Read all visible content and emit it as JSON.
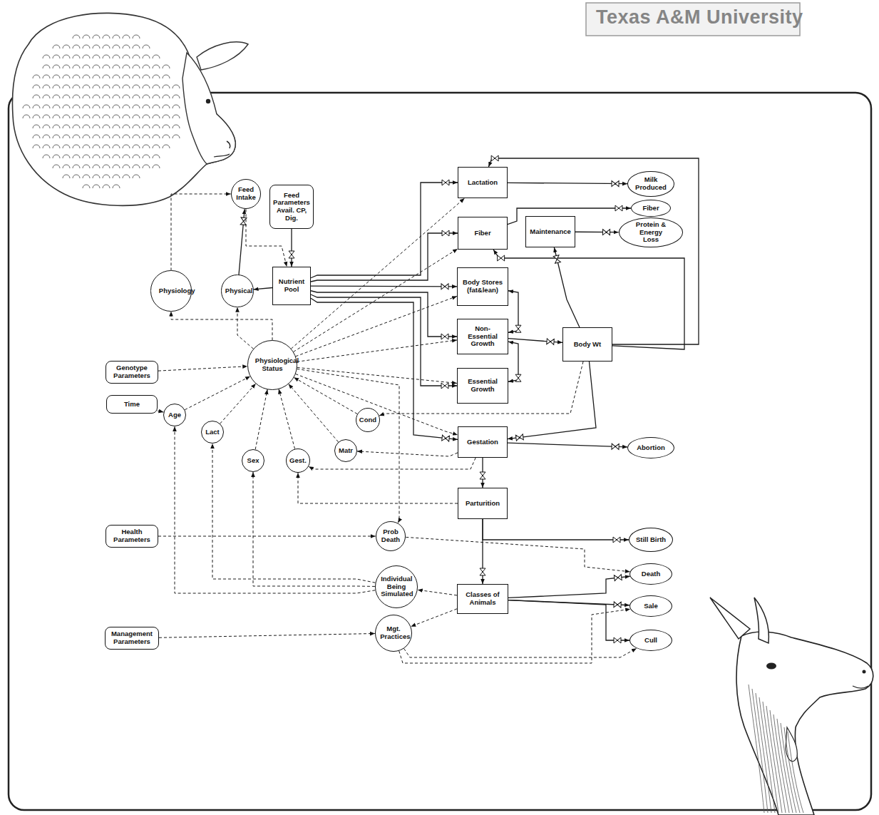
{
  "diagram": {
    "nodes": [
      {
        "text": [
          "Feed Parameters Avail. CP, Dig."
        ]
      },
      {
        "text": [
          "Lactation"
        ]
      },
      {
        "text": [
          "Milk Produced"
        ]
      },
      {
        "text": [
          "Feed Intake"
        ]
      },
      {
        "text": [
          "Fiber"
        ]
      },
      {
        "text": [
          "Fiber"
        ]
      },
      {
        "text": [
          "Maintenance"
        ]
      },
      {
        "text": [
          "Protein & Energy Loss"
        ]
      },
      {
        "text": [
          "Physiology"
        ]
      },
      {
        "text": [
          "Physical"
        ]
      },
      {
        "text": [
          "Nutrient Pool"
        ]
      },
      {
        "text": [
          "Body Stores (fat&lean)"
        ]
      },
      {
        "text": [
          "Non-Essential Growth"
        ]
      },
      {
        "text": [
          "Body Wt"
        ]
      },
      {
        "text": [
          "Genotype Parameters"
        ]
      },
      {
        "text": [
          "Physiological Status"
        ]
      },
      {
        "text": [
          "Essential Growth"
        ]
      },
      {
        "text": [
          "Time"
        ]
      },
      {
        "text": [
          "Age"
        ]
      },
      {
        "text": [
          "Cond"
        ]
      },
      {
        "text": [
          "Lact"
        ]
      },
      {
        "text": [
          "Gestation"
        ]
      },
      {
        "text": [
          "Matr"
        ]
      },
      {
        "text": [
          "Abortion"
        ]
      },
      {
        "text": [
          "Sex"
        ]
      },
      {
        "text": [
          "Gest."
        ]
      },
      {
        "text": [
          "Parturition"
        ]
      },
      {
        "text": [
          "Health Parameters"
        ]
      },
      {
        "text": [
          "Prob Death"
        ]
      },
      {
        "text": [
          "Still Birth"
        ]
      },
      {
        "text": [
          "Individual Being Simulated"
        ]
      },
      {
        "text": [
          "Death"
        ]
      },
      {
        "text": [
          "Classes of Animals"
        ]
      },
      {
        "text": [
          "Sale"
        ]
      },
      {
        "text": [
          "Management Parameters"
        ]
      },
      {
        "text": [
          "Mgt. Practices"
        ]
      },
      {
        "text": [
          "Cull"
        ]
      }
    ],
    "edges": [
      {
        "from": 0,
        "to": 10,
        "arrow": "to"
      },
      {
        "from": 3,
        "to": 10,
        "arrow": "to"
      },
      {
        "from": 8,
        "to": 3,
        "arrow": "to"
      },
      {
        "from": 9,
        "to": 3,
        "arrow": "to"
      },
      {
        "from": 10,
        "to": 9,
        "arrow": "to"
      },
      {
        "from": 15,
        "to": 8,
        "arrow": "to"
      },
      {
        "from": 15,
        "to": 9,
        "arrow": "to"
      },
      {
        "from": 10,
        "to": 1,
        "arrow": "to"
      },
      {
        "from": 10,
        "to": 4,
        "arrow": "to"
      },
      {
        "from": 10,
        "to": 11,
        "arrow": "to"
      },
      {
        "from": 10,
        "to": 12,
        "arrow": "to"
      },
      {
        "from": 10,
        "to": 16,
        "arrow": "to"
      },
      {
        "from": 10,
        "to": 21,
        "arrow": "to"
      },
      {
        "from": 1,
        "to": 2,
        "arrow": "to"
      },
      {
        "from": 4,
        "to": 5,
        "arrow": "to"
      },
      {
        "from": 6,
        "to": 7,
        "arrow": "to"
      },
      {
        "from": 13,
        "to": 6,
        "arrow": "to"
      },
      {
        "from": 12,
        "to": 13,
        "arrow": "to"
      },
      {
        "from": 11,
        "to": 12,
        "arrow": "both"
      },
      {
        "from": 12,
        "to": 16,
        "arrow": "both"
      },
      {
        "from": 13,
        "to": 1,
        "arrow": "to"
      },
      {
        "from": 13,
        "to": 4,
        "arrow": "to"
      },
      {
        "from": 13,
        "to": 21,
        "arrow": "to"
      },
      {
        "from": 13,
        "to": 19,
        "arrow": "to"
      },
      {
        "from": 21,
        "to": 23,
        "arrow": "to"
      },
      {
        "from": 21,
        "to": 26,
        "arrow": "to"
      },
      {
        "from": 26,
        "to": 32,
        "arrow": "to"
      },
      {
        "from": 26,
        "to": 29,
        "arrow": "to"
      },
      {
        "from": 26,
        "to": 25,
        "arrow": "to"
      },
      {
        "from": 21,
        "to": 22,
        "arrow": "to"
      },
      {
        "from": 21,
        "to": 25,
        "arrow": "to"
      },
      {
        "from": 14,
        "to": 15,
        "arrow": "to"
      },
      {
        "from": 17,
        "to": 18,
        "arrow": "to"
      },
      {
        "from": 18,
        "to": 15,
        "arrow": "to"
      },
      {
        "from": 20,
        "to": 15,
        "arrow": "to"
      },
      {
        "from": 24,
        "to": 15,
        "arrow": "to"
      },
      {
        "from": 25,
        "to": 15,
        "arrow": "to"
      },
      {
        "from": 22,
        "to": 15,
        "arrow": "to"
      },
      {
        "from": 19,
        "to": 15,
        "arrow": "to"
      },
      {
        "from": 15,
        "to": 1,
        "arrow": "to"
      },
      {
        "from": 15,
        "to": 4,
        "arrow": "to"
      },
      {
        "from": 15,
        "to": 11,
        "arrow": "to"
      },
      {
        "from": 15,
        "to": 12,
        "arrow": "to"
      },
      {
        "from": 15,
        "to": 16,
        "arrow": "to"
      },
      {
        "from": 15,
        "to": 21,
        "arrow": "to"
      },
      {
        "from": 15,
        "to": 28,
        "arrow": "to"
      },
      {
        "from": 27,
        "to": 28,
        "arrow": "to"
      },
      {
        "from": 28,
        "to": 31,
        "arrow": "to"
      },
      {
        "from": 32,
        "to": 31,
        "arrow": "to"
      },
      {
        "from": 32,
        "to": 33,
        "arrow": "to"
      },
      {
        "from": 32,
        "to": 36,
        "arrow": "to"
      },
      {
        "from": 32,
        "to": 30,
        "arrow": "to"
      },
      {
        "from": 30,
        "to": 20,
        "arrow": "to"
      },
      {
        "from": 30,
        "to": 24,
        "arrow": "to"
      },
      {
        "from": 30,
        "to": 18,
        "arrow": "to"
      },
      {
        "from": 34,
        "to": 35,
        "arrow": "to"
      },
      {
        "from": 35,
        "to": 33,
        "arrow": "to"
      },
      {
        "from": 35,
        "to": 36,
        "arrow": "to"
      },
      {
        "from": 32,
        "to": 35,
        "arrow": "to"
      }
    ],
    "labels": [
      "Texas A&M University"
    ]
  }
}
